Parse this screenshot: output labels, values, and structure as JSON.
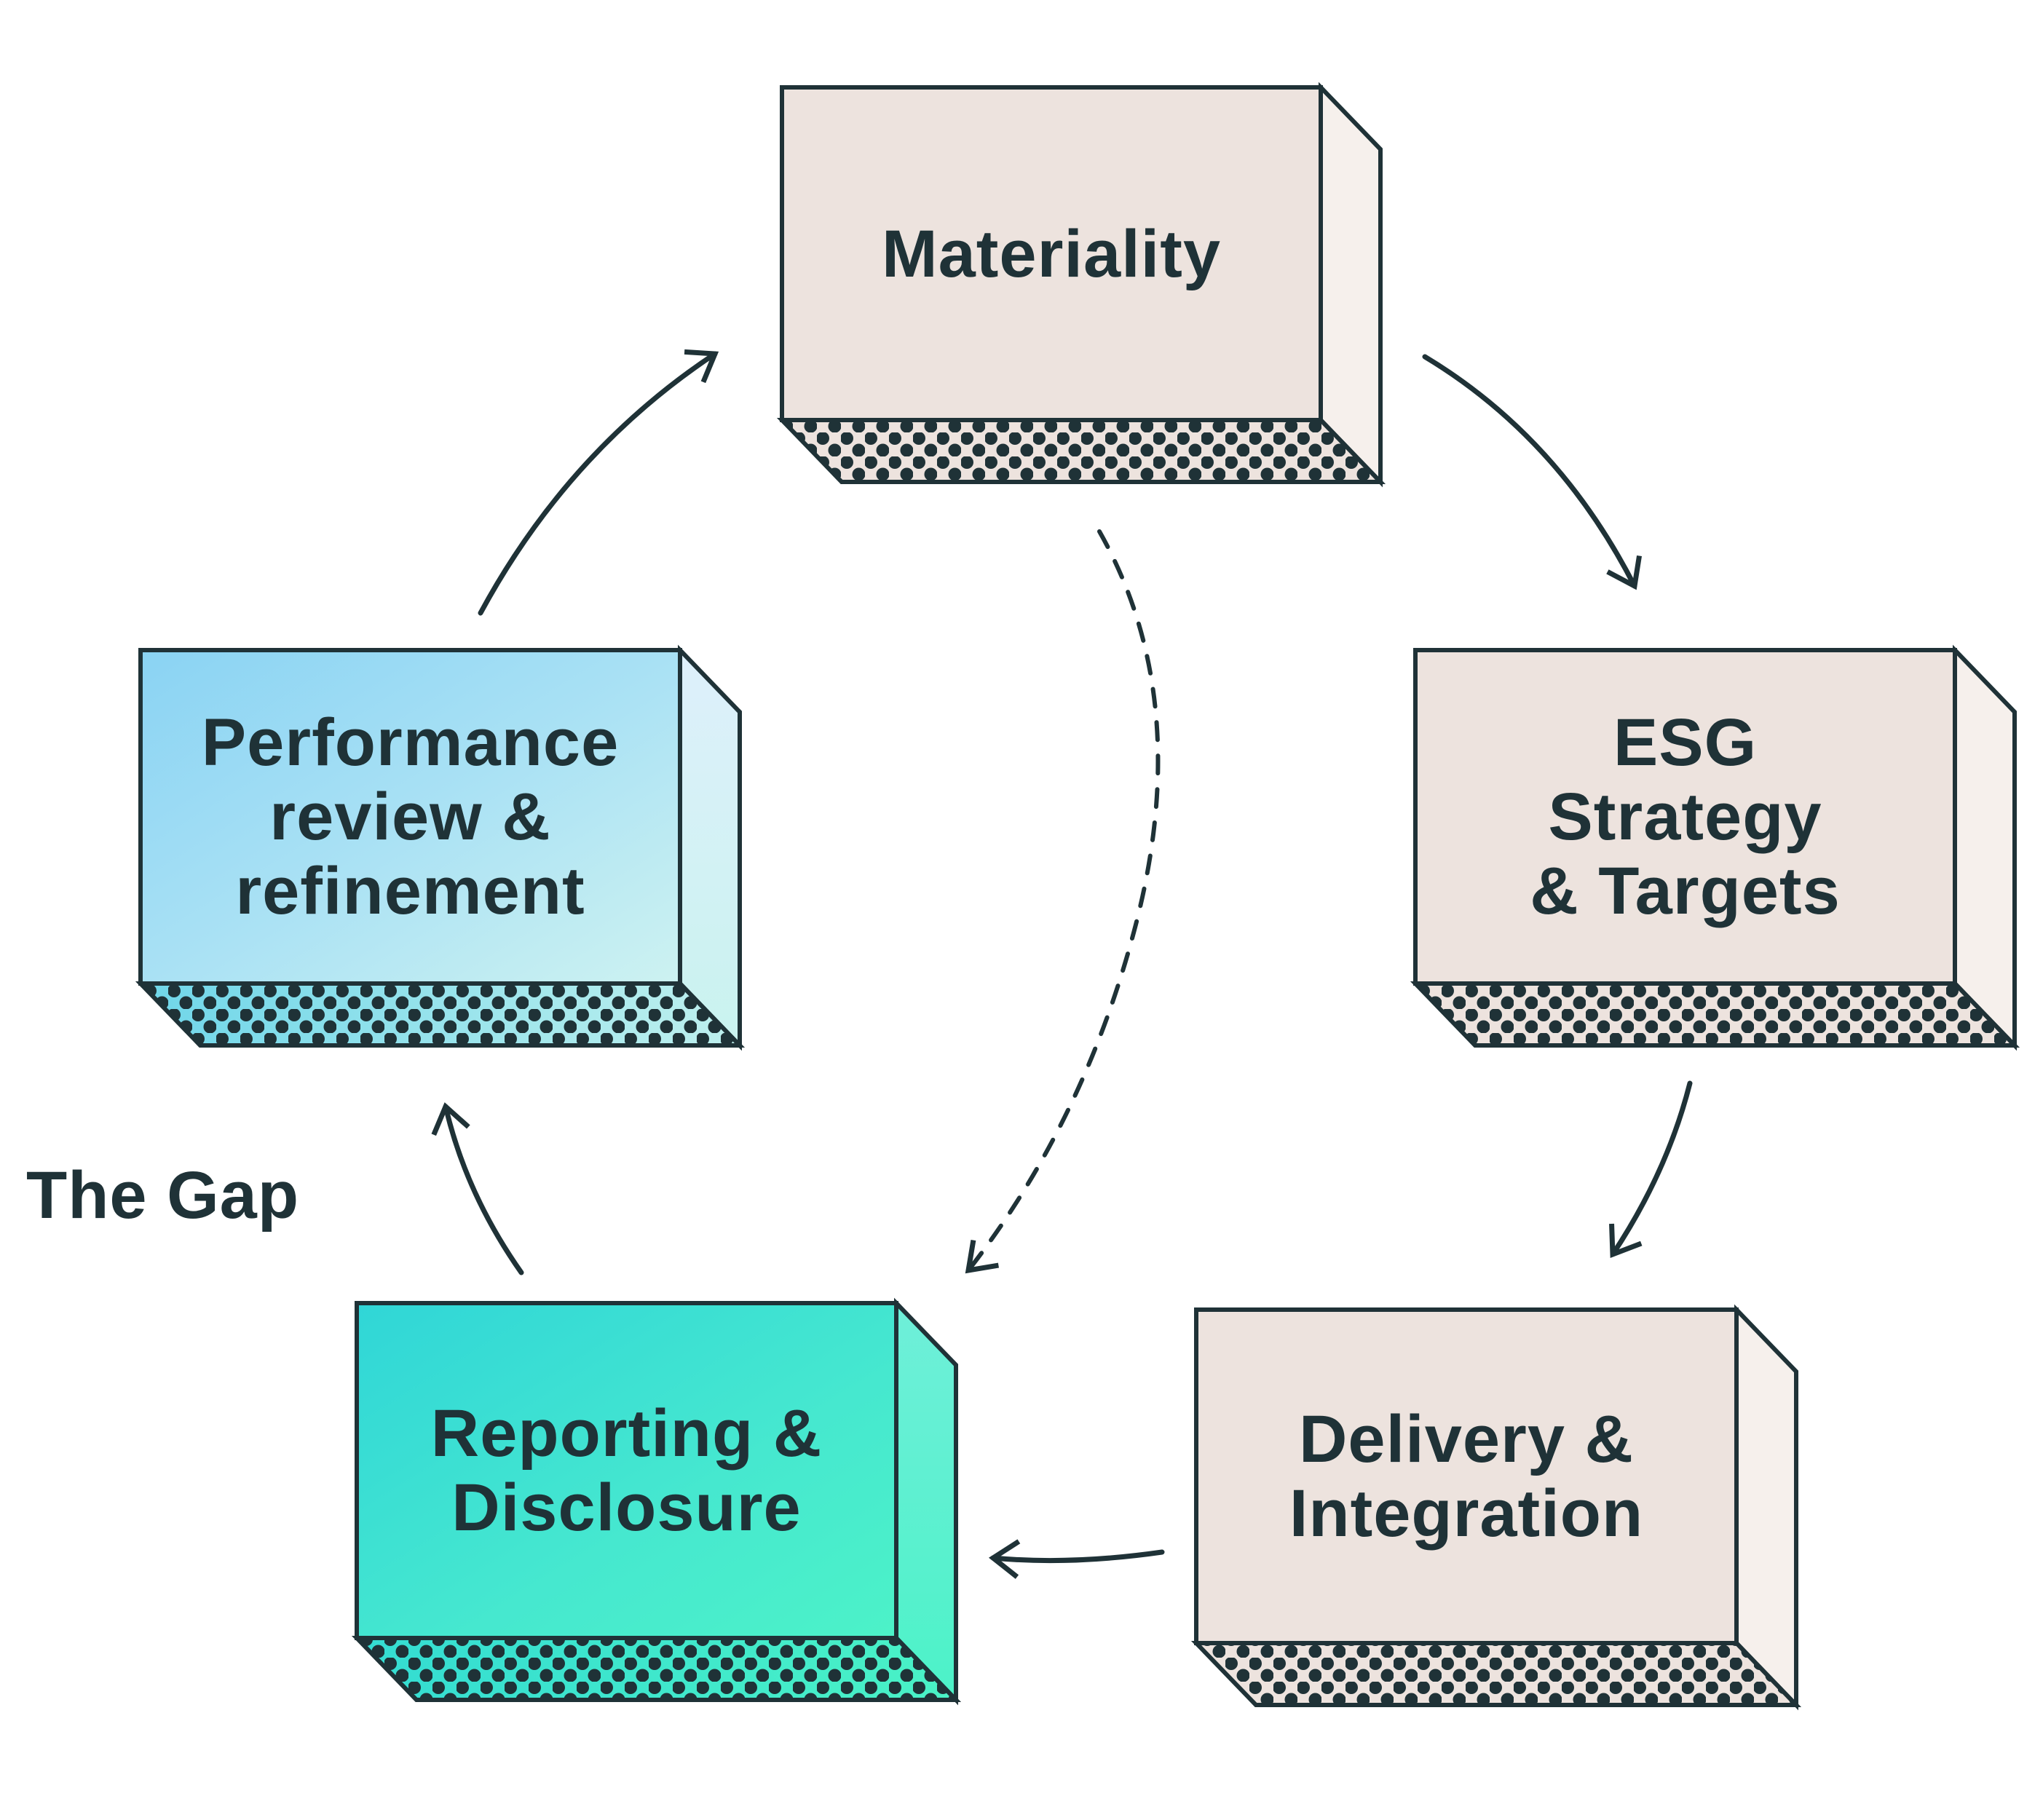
{
  "diagram": {
    "type": "cycle",
    "stages": [
      {
        "id": "materiality",
        "label": "Materiality",
        "style": "neutral"
      },
      {
        "id": "esg-strategy",
        "label": "ESG\nStrategy\n& Targets",
        "style": "neutral"
      },
      {
        "id": "delivery",
        "label": "Delivery &\nIntegration",
        "style": "neutral"
      },
      {
        "id": "reporting",
        "label": "Reporting &\nDisclosure",
        "style": "teal"
      },
      {
        "id": "performance",
        "label": "Performance\nreview &\nrefinement",
        "style": "blue"
      }
    ],
    "connections": [
      {
        "from": "materiality",
        "to": "esg-strategy",
        "style": "solid"
      },
      {
        "from": "esg-strategy",
        "to": "delivery",
        "style": "solid"
      },
      {
        "from": "delivery",
        "to": "reporting",
        "style": "solid"
      },
      {
        "from": "reporting",
        "to": "performance",
        "style": "solid"
      },
      {
        "from": "performance",
        "to": "materiality",
        "style": "solid"
      },
      {
        "from": "materiality",
        "to": "reporting",
        "style": "dashed"
      }
    ],
    "annotation": "The Gap"
  },
  "colors": {
    "ink": "#1f3237",
    "neutral_front": "#ede3de",
    "neutral_side": "#f6f0ec",
    "blue_start": "#8bd5f4",
    "blue_end": "#d9effb",
    "blue_low": "#6fd6e9",
    "teal_start": "#2fd8d6",
    "teal_end": "#4bf2c8"
  }
}
